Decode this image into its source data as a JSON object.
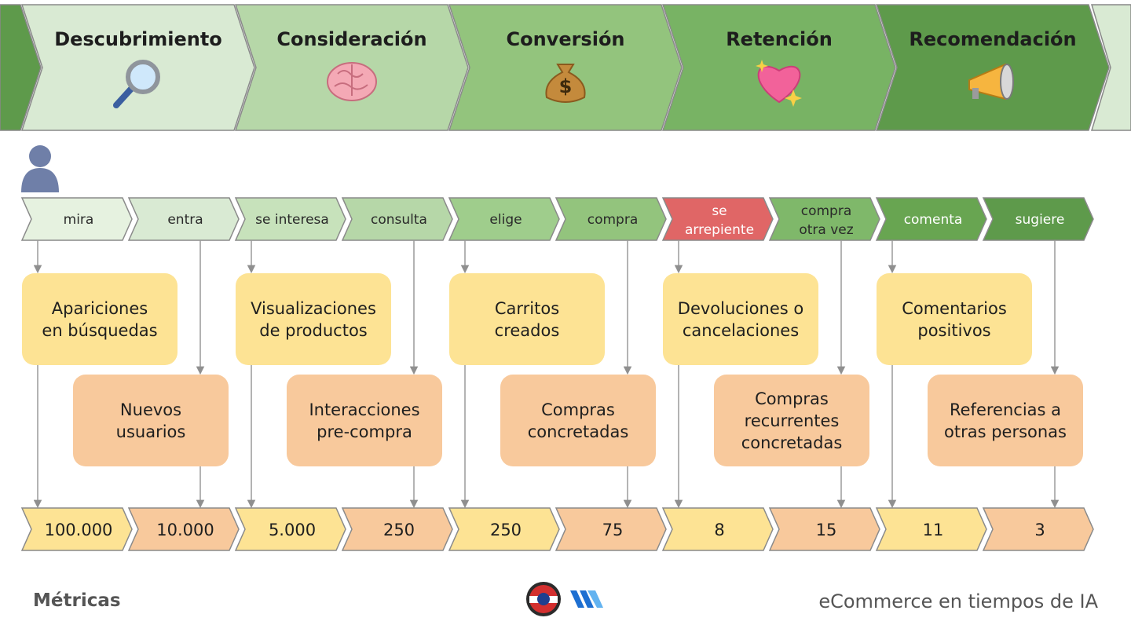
{
  "stages": [
    {
      "title": "Descubrimiento",
      "icon": "magnifying-glass-icon",
      "color": "#d9ead3"
    },
    {
      "title": "Consideración",
      "icon": "brain-icon",
      "color": "#b6d7a8"
    },
    {
      "title": "Conversión",
      "icon": "money-bag-icon",
      "color": "#93c47d"
    },
    {
      "title": "Retención",
      "icon": "sparkling-heart-icon",
      "color": "#78b364"
    },
    {
      "title": "Recomendación",
      "icon": "megaphone-icon",
      "color": "#5e9a4b"
    }
  ],
  "person_icon": "person-silhouette-icon",
  "actions": [
    {
      "lines": [
        "mira"
      ],
      "color": "#e6f2e0"
    },
    {
      "lines": [
        "entra"
      ],
      "color": "#d9ead3"
    },
    {
      "lines": [
        "se interesa"
      ],
      "color": "#c7e2bb"
    },
    {
      "lines": [
        "consulta"
      ],
      "color": "#b6d7a8"
    },
    {
      "lines": [
        "elige"
      ],
      "color": "#9fcd8c"
    },
    {
      "lines": [
        "compra"
      ],
      "color": "#93c47d"
    },
    {
      "lines": [
        "se",
        "arrepiente"
      ],
      "color": "#e06666",
      "accent": true
    },
    {
      "lines": [
        "compra",
        "otra vez"
      ],
      "color": "#7fb86a"
    },
    {
      "lines": [
        "comenta"
      ],
      "color": "#68a551"
    },
    {
      "lines": [
        "sugiere"
      ],
      "color": "#5e9a4b"
    }
  ],
  "metrics": [
    {
      "text": "Apariciones\nen búsquedas",
      "tone": "yellow"
    },
    {
      "text": "Nuevos\nusuarios",
      "tone": "orange"
    },
    {
      "text": "Visualizaciones\nde productos",
      "tone": "yellow"
    },
    {
      "text": "Interacciones\npre-compra",
      "tone": "orange"
    },
    {
      "text": "Carritos\ncreados",
      "tone": "yellow"
    },
    {
      "text": "Compras\nconcretadas",
      "tone": "orange"
    },
    {
      "text": "Devoluciones o\ncancelaciones",
      "tone": "yellow"
    },
    {
      "text": "Compras\nrecurrentes\nconcretadas",
      "tone": "orange"
    },
    {
      "text": "Comentarios\npositivos",
      "tone": "yellow"
    },
    {
      "text": "Referencias a\notras personas",
      "tone": "orange"
    }
  ],
  "values": [
    "100.000",
    "10.000",
    "5.000",
    "250",
    "250",
    "75",
    "8",
    "15",
    "11",
    "3"
  ],
  "colors": {
    "yellow": "#fde394",
    "orange": "#f8c99c",
    "connector": "#9a9a9a",
    "outline": "#8a8a8a"
  },
  "footer": {
    "left": "Métricas",
    "right": "eCommerce en tiempos de IA"
  }
}
